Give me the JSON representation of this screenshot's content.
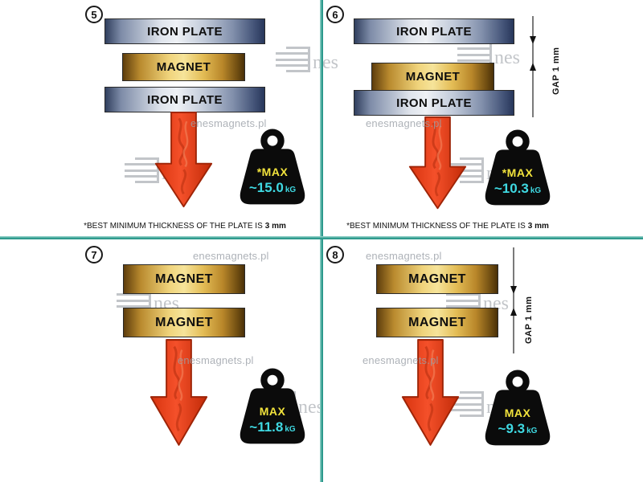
{
  "watermark": {
    "site": "enesmagnets.pl",
    "logo_text": "nes"
  },
  "colors": {
    "divider": "#28978a",
    "arrow": "#e8431c",
    "iron_plate": "#8290ac",
    "magnet": "#e3bc55",
    "kettlebell": "#0b0b0b",
    "max_label": "#f2e33c",
    "value": "#3fd9e2"
  },
  "panels": [
    {
      "number": "5",
      "layers": [
        {
          "type": "iron",
          "label": "IRON PLATE"
        },
        {
          "type": "magnet",
          "label": "MAGNET"
        },
        {
          "type": "iron",
          "label": "IRON PLATE"
        }
      ],
      "weight": {
        "max_label": "*MAX",
        "value": "~15.0",
        "unit": "kG"
      },
      "footnote": {
        "text": "*BEST MINIMUM THICKNESS OF THE PLATE IS",
        "bold": "3 mm"
      }
    },
    {
      "number": "6",
      "layers": [
        {
          "type": "iron",
          "label": "IRON PLATE"
        },
        {
          "type": "magnet",
          "label": "MAGNET"
        },
        {
          "type": "iron",
          "label": "IRON PLATE"
        }
      ],
      "gap_label": "GAP 1 mm",
      "weight": {
        "max_label": "*MAX",
        "value": "~10.3",
        "unit": "kG"
      },
      "footnote": {
        "text": "*BEST MINIMUM THICKNESS OF THE PLATE IS",
        "bold": "3 mm"
      }
    },
    {
      "number": "7",
      "layers": [
        {
          "type": "magnet",
          "label": "MAGNET"
        },
        {
          "type": "magnet",
          "label": "MAGNET"
        }
      ],
      "weight": {
        "max_label": "MAX",
        "value": "~11.8",
        "unit": "kG"
      }
    },
    {
      "number": "8",
      "layers": [
        {
          "type": "magnet",
          "label": "MAGNET"
        },
        {
          "type": "magnet",
          "label": "MAGNET"
        }
      ],
      "gap_label": "GAP 1 mm",
      "weight": {
        "max_label": "MAX",
        "value": "~9.3",
        "unit": "kG"
      }
    }
  ]
}
